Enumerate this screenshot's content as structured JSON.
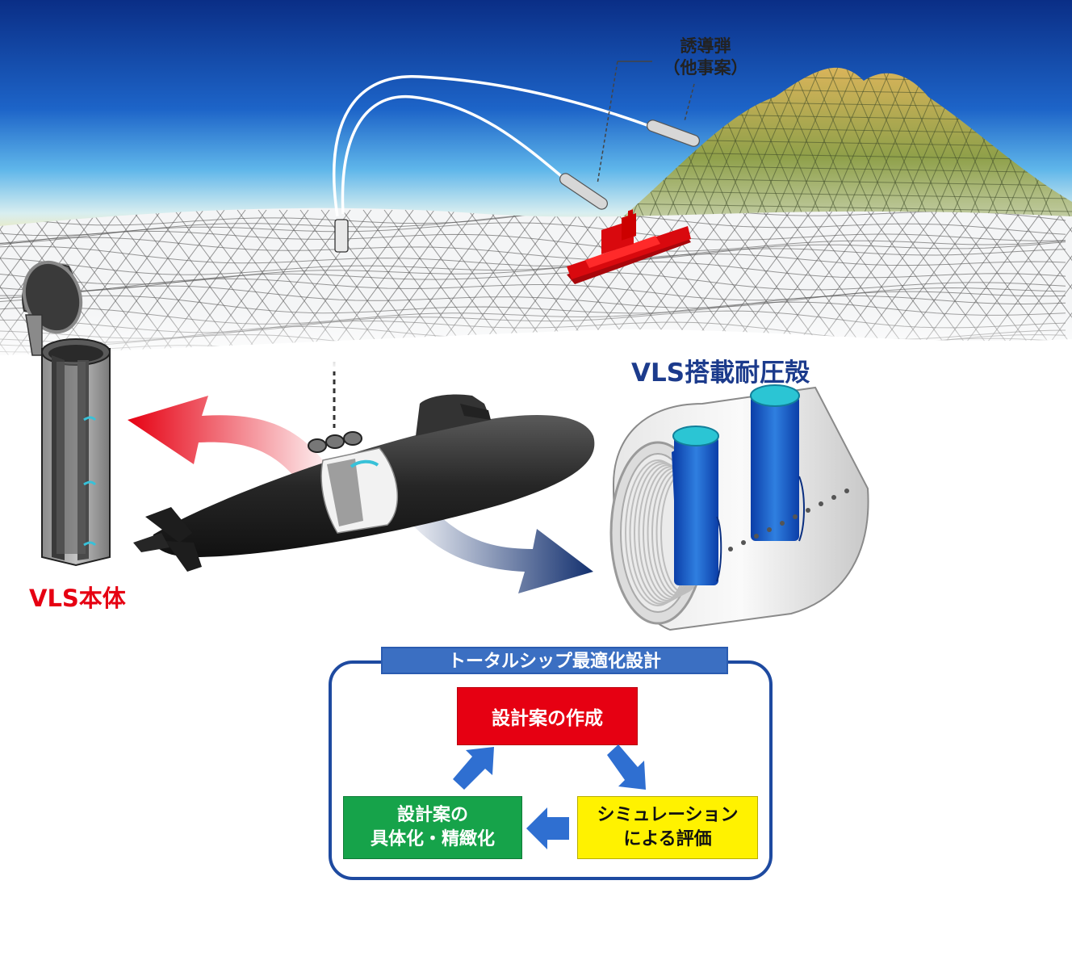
{
  "labels": {
    "missile_line1": "誘導弾",
    "missile_line2": "（他事案）",
    "vls_body": "VLS本体",
    "vls_hull": "VLS搭載耐圧殻"
  },
  "design_loop": {
    "title": "トータルシップ最適化設計",
    "create": "設計案の作成",
    "simulation_line1": "シミュレーション",
    "simulation_line2": "による評価",
    "detail_line1": "設計案の",
    "detail_line2": "具体化・精緻化"
  },
  "colors": {
    "sky_top": "#0a2e86",
    "sky_horizon": "#f6e7a6",
    "ship": "#d9090e",
    "submarine": "#2a2a2a",
    "vls_red": "#e60012",
    "hull_blue": "#1c3b8c",
    "panel_border": "#1e4aa0",
    "create_box": "#e60012",
    "detail_box": "#16a34a",
    "sim_box": "#fff200"
  }
}
